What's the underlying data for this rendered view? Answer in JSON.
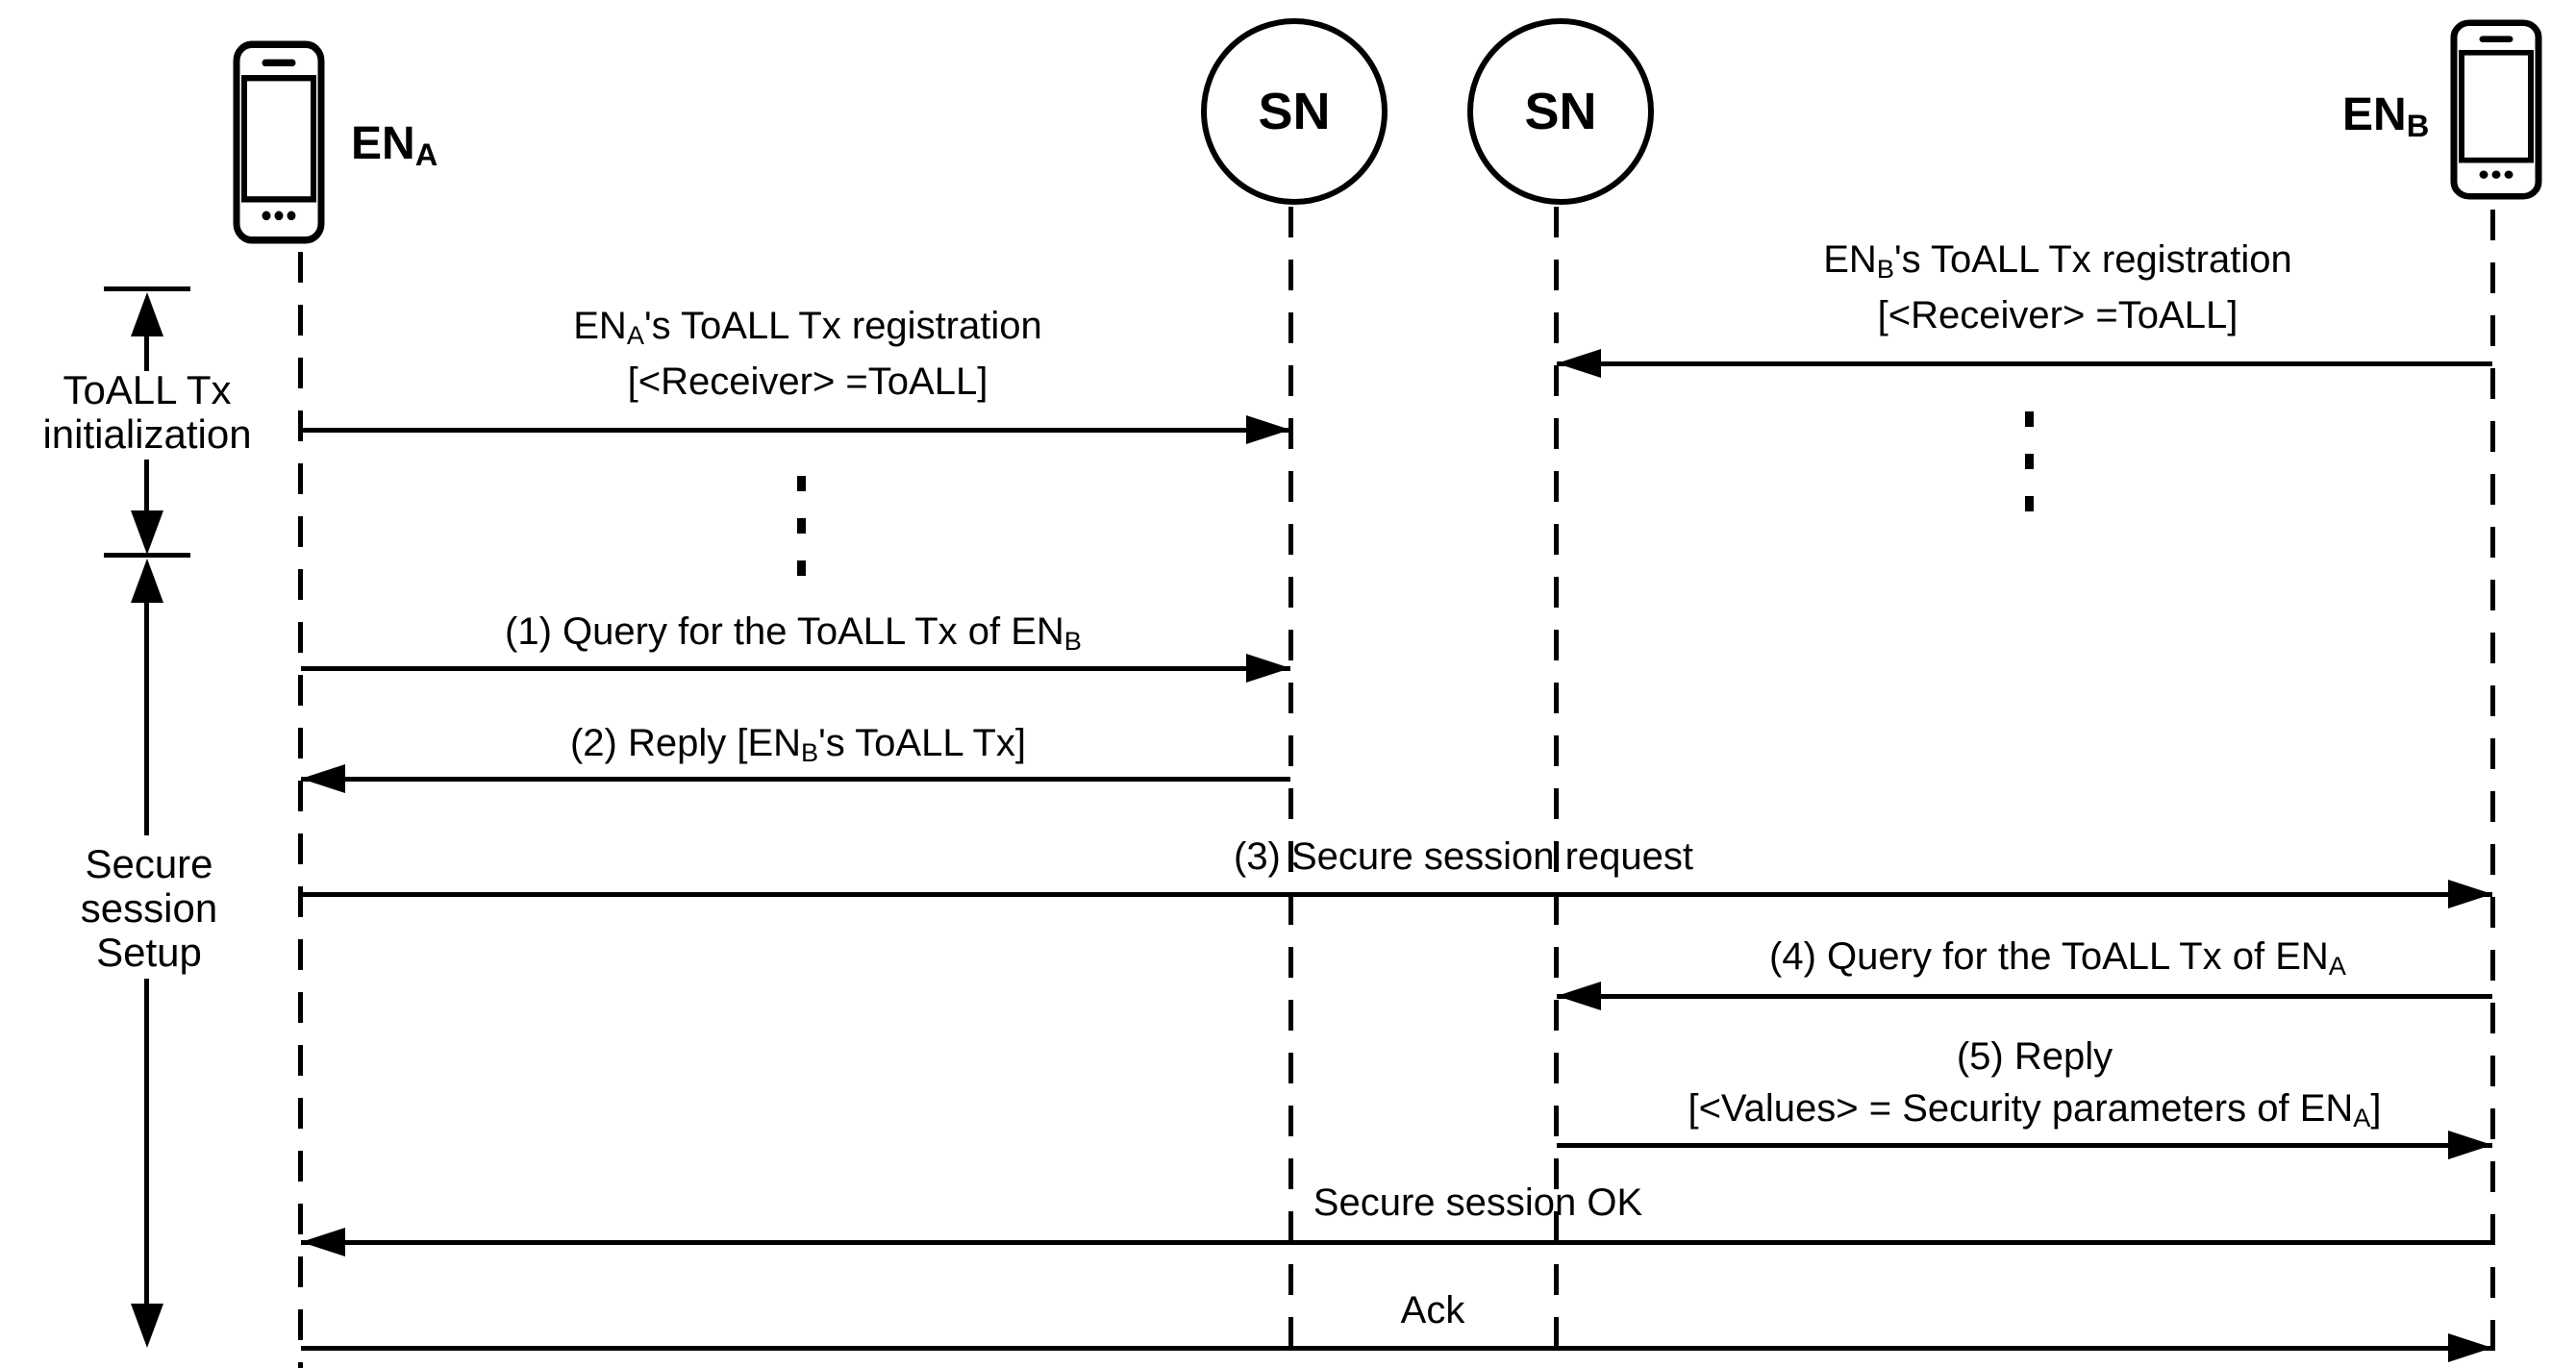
{
  "colors": {
    "ink": "#000000",
    "background": "#ffffff"
  },
  "actors": {
    "en_a": {
      "label": "EN",
      "sub": "A",
      "icon": "phone-icon"
    },
    "sn_left": {
      "label": "SN",
      "icon": "circle-node"
    },
    "sn_right": {
      "label": "SN",
      "icon": "circle-node"
    },
    "en_b": {
      "label": "EN",
      "sub": "B",
      "icon": "phone-icon"
    }
  },
  "phases": [
    {
      "lines": [
        "ToALL Tx",
        "initialization"
      ]
    },
    {
      "lines": [
        "Secure",
        "session",
        "Setup"
      ]
    }
  ],
  "messages": [
    {
      "from": "EN_B",
      "to": "SN-right",
      "l1_pre": "EN",
      "l1_sub": "B",
      "l1_post": "'s ToALL Tx registration",
      "l2_pre": "[<Receiver> =ToALL]",
      "l2_sub": "",
      "l2_post": ""
    },
    {
      "from": "EN_A",
      "to": "SN-left",
      "l1_pre": "EN",
      "l1_sub": "A",
      "l1_post": "'s ToALL Tx registration",
      "l2_pre": "[<Receiver> =ToALL]",
      "l2_sub": "",
      "l2_post": ""
    },
    {
      "from": "EN_A",
      "to": "SN-left",
      "l1_pre": "(1)  Query for the ToALL Tx of EN",
      "l1_sub": "B",
      "l1_post": ""
    },
    {
      "from": "SN-left",
      "to": "EN_A",
      "l1_pre": "(2) Reply [EN",
      "l1_sub": "B",
      "l1_post": "'s ToALL Tx]"
    },
    {
      "from": "EN_A",
      "to": "EN_B",
      "l1_pre": "(3) Secure session request",
      "l1_sub": "",
      "l1_post": ""
    },
    {
      "from": "EN_B",
      "to": "SN-right",
      "l1_pre": "(4)  Query for the ToALL Tx of EN",
      "l1_sub": "A",
      "l1_post": ""
    },
    {
      "from": "SN-right",
      "to": "EN_B",
      "l1_pre": "(5) Reply",
      "l1_sub": "",
      "l1_post": "",
      "l2_pre": "[<Values> = Security parameters of EN",
      "l2_sub": "A",
      "l2_post": "]"
    },
    {
      "from": "EN_B",
      "to": "EN_A",
      "l1_pre": "Secure session OK",
      "l1_sub": "",
      "l1_post": ""
    },
    {
      "from": "EN_A",
      "to": "EN_B",
      "l1_pre": "Ack",
      "l1_sub": "",
      "l1_post": ""
    }
  ]
}
